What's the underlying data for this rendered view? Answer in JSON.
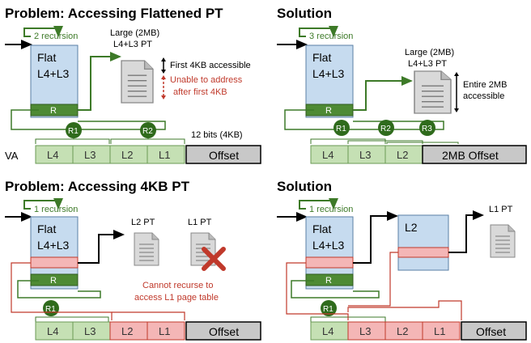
{
  "panels": {
    "p1": {
      "title": "Problem: Accessing Flattened PT",
      "recursion": "2 recursion",
      "flat_line1": "Flat",
      "flat_line2": "L4+L3",
      "r_label": "R",
      "target_line1": "Large (2MB)",
      "target_line2": "L4+L3 PT",
      "note_black": "First 4KB accessible",
      "note_red_1": "Unable to address",
      "note_red_2": "after first 4KB",
      "badges": [
        "R1",
        "R2"
      ],
      "offset_note": "12 bits (4KB)",
      "va_label": "VA",
      "va_cells": [
        "L4",
        "L3",
        "L2",
        "L1",
        "Offset"
      ]
    },
    "p2": {
      "title": "Solution",
      "recursion": "3 recursion",
      "flat_line1": "Flat",
      "flat_line2": "L4+L3",
      "r_label": "R",
      "target_line1": "Large (2MB)",
      "target_line2": "L4+L3 PT",
      "note_1": "Entire 2MB",
      "note_2": "accessible",
      "badges": [
        "R1",
        "R2",
        "R3"
      ],
      "va_cells": [
        "L4",
        "L3",
        "L2",
        "2MB Offset"
      ]
    },
    "p3": {
      "title": "Problem: Accessing 4KB PT",
      "recursion": "1 recursion",
      "flat_line1": "Flat",
      "flat_line2": "L4+L3",
      "r_label": "R",
      "l2pt": "L2 PT",
      "l1pt": "L1 PT",
      "note_red_1": "Cannot recurse to",
      "note_red_2": "access L1 page table",
      "badges": [
        "R1"
      ],
      "va_cells": [
        "L4",
        "L3",
        "L2",
        "L1",
        "Offset"
      ]
    },
    "p4": {
      "title": "Solution",
      "recursion": "1 recursion",
      "flat_line1": "Flat",
      "flat_line2": "L4+L3",
      "r_label": "R",
      "l2_label": "L2",
      "l1pt": "L1 PT",
      "badges": [
        "R1"
      ],
      "va_cells": [
        "L4",
        "L3",
        "L2",
        "L1",
        "Offset"
      ]
    }
  },
  "colors": {
    "green": "#3d7a28",
    "red": "#c0392b",
    "flat_fill": "#c6dbef",
    "cell_green": "#c5e0b4",
    "cell_red": "#f4b6b6",
    "cell_gray": "#c8c8c8"
  }
}
